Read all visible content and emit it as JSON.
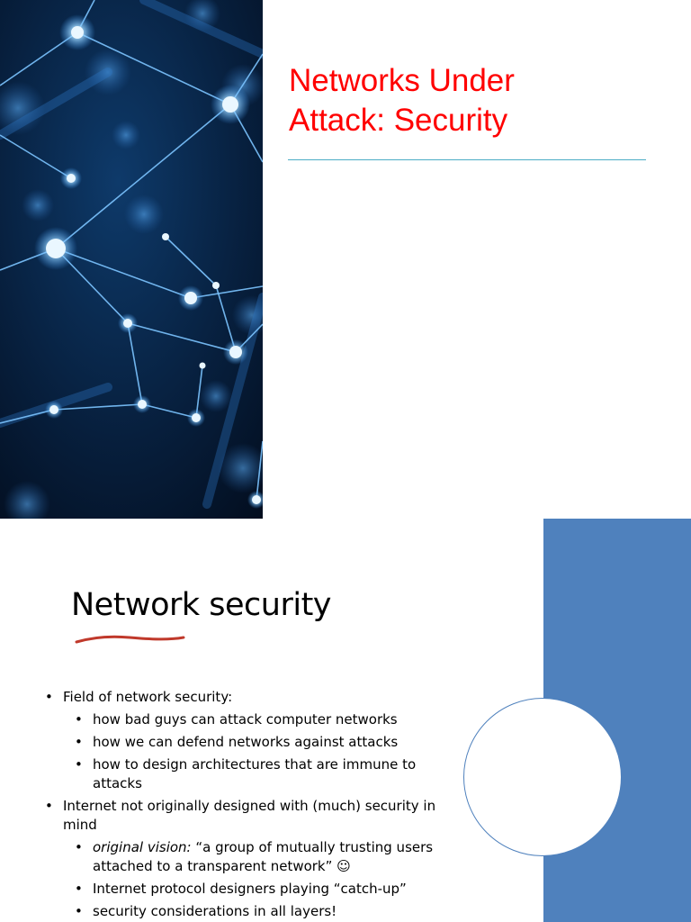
{
  "slide1": {
    "title_line1": "Networks Under",
    "title_line2": "Attack: Security"
  },
  "slide2": {
    "title": "Network security",
    "bullets": {
      "field": "Field of network security:",
      "field_sub1": "how bad guys can attack computer networks",
      "field_sub2": "how we can defend networks against attacks",
      "field_sub3": "how to design architectures that are immune to attacks",
      "internet": "Internet not originally designed with (much) security in mind",
      "vision_label": "original vision:",
      "vision_text": " “a group of mutually trusting users attached to a transparent network” ☺",
      "catchup": "Internet protocol designers playing “catch-up”",
      "layers": "security considerations in all layers!"
    }
  },
  "colors": {
    "title_red": "#ff0000",
    "rule_teal": "#4bacc6",
    "panel_blue": "#4f81bd",
    "underline_red": "#c0392b"
  }
}
